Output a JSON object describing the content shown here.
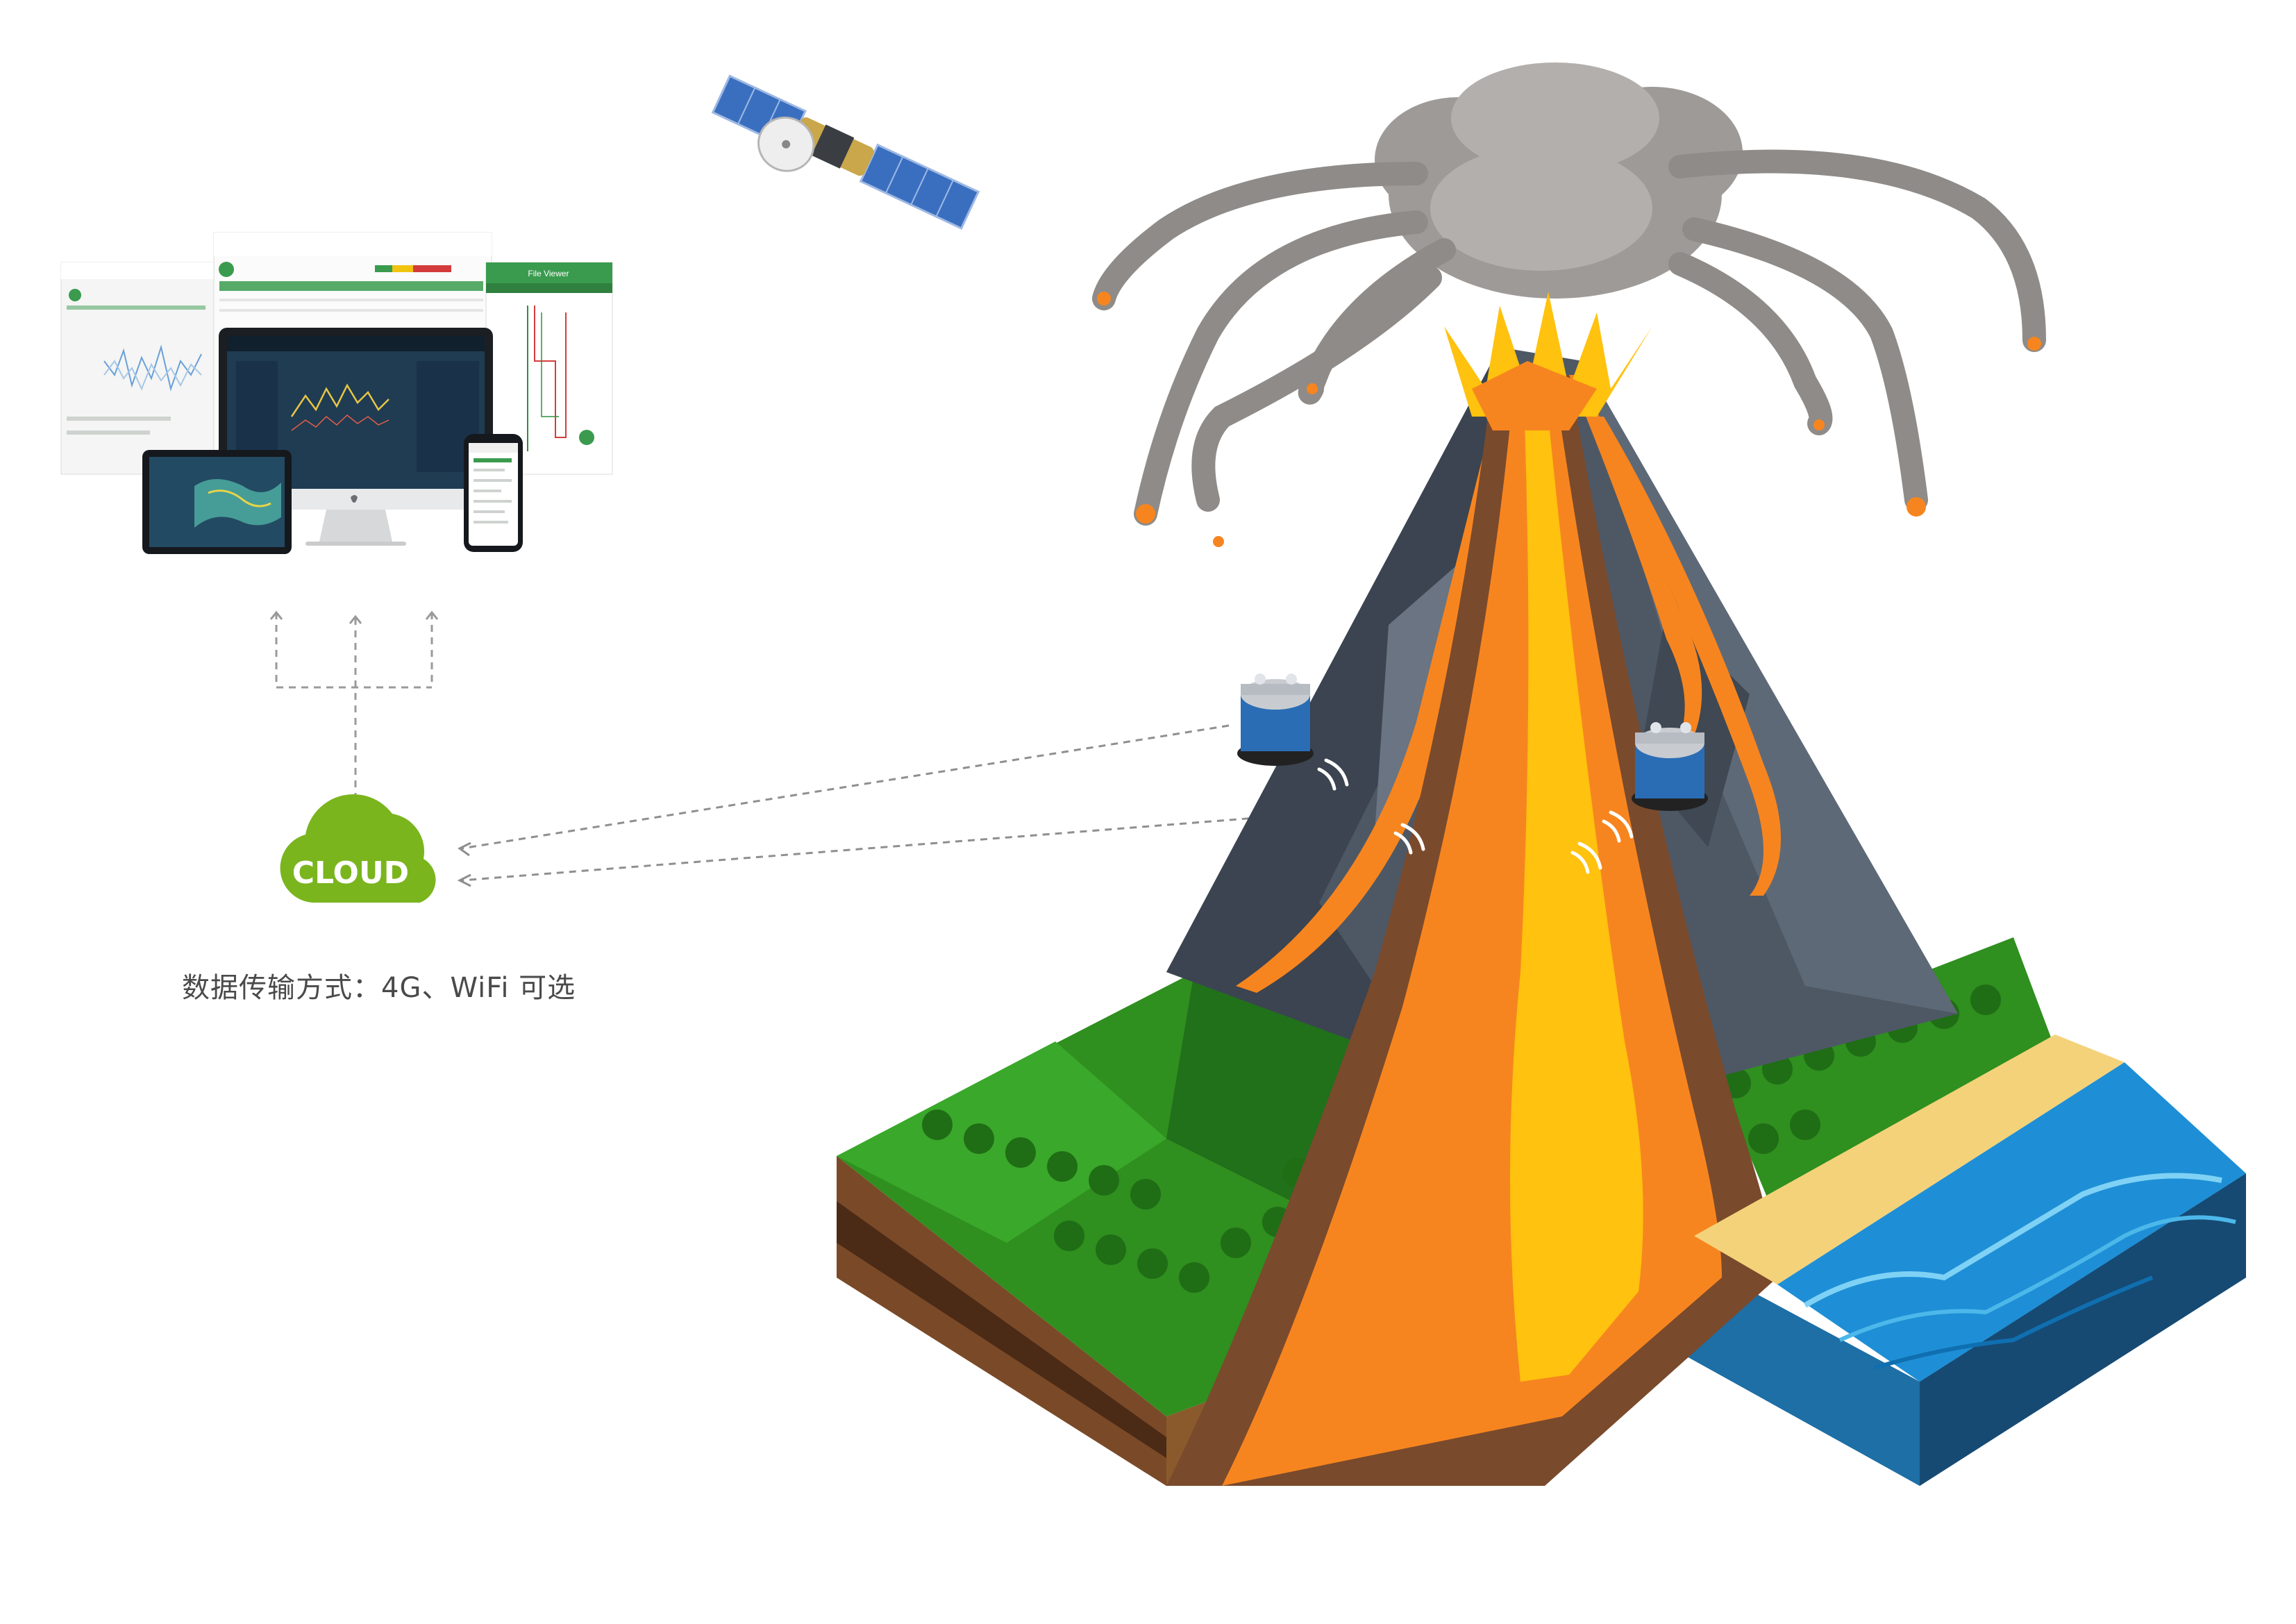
{
  "cloud": {
    "label": "CLOUD",
    "color": "#7ab51d"
  },
  "caption": "数据传输方式：4G、WiFi 可选",
  "dashboard": {
    "file_viewer_title": "File Viewer",
    "brand_color": "#3a9b4e"
  },
  "colors": {
    "lava_orange": "#f7851f",
    "lava_yellow": "#ffc20e",
    "rock_gray": "#4e5865",
    "forest_green": "#2f8f1f",
    "water_blue": "#1e8fd6",
    "sensor_blue": "#2a6db5",
    "smoke_gray": "#9e9a98"
  },
  "icons": [
    "satellite-icon",
    "cloud-icon",
    "monitor-icon",
    "tablet-icon",
    "phone-icon",
    "seismic-sensor-icon",
    "signal-waves-icon"
  ]
}
